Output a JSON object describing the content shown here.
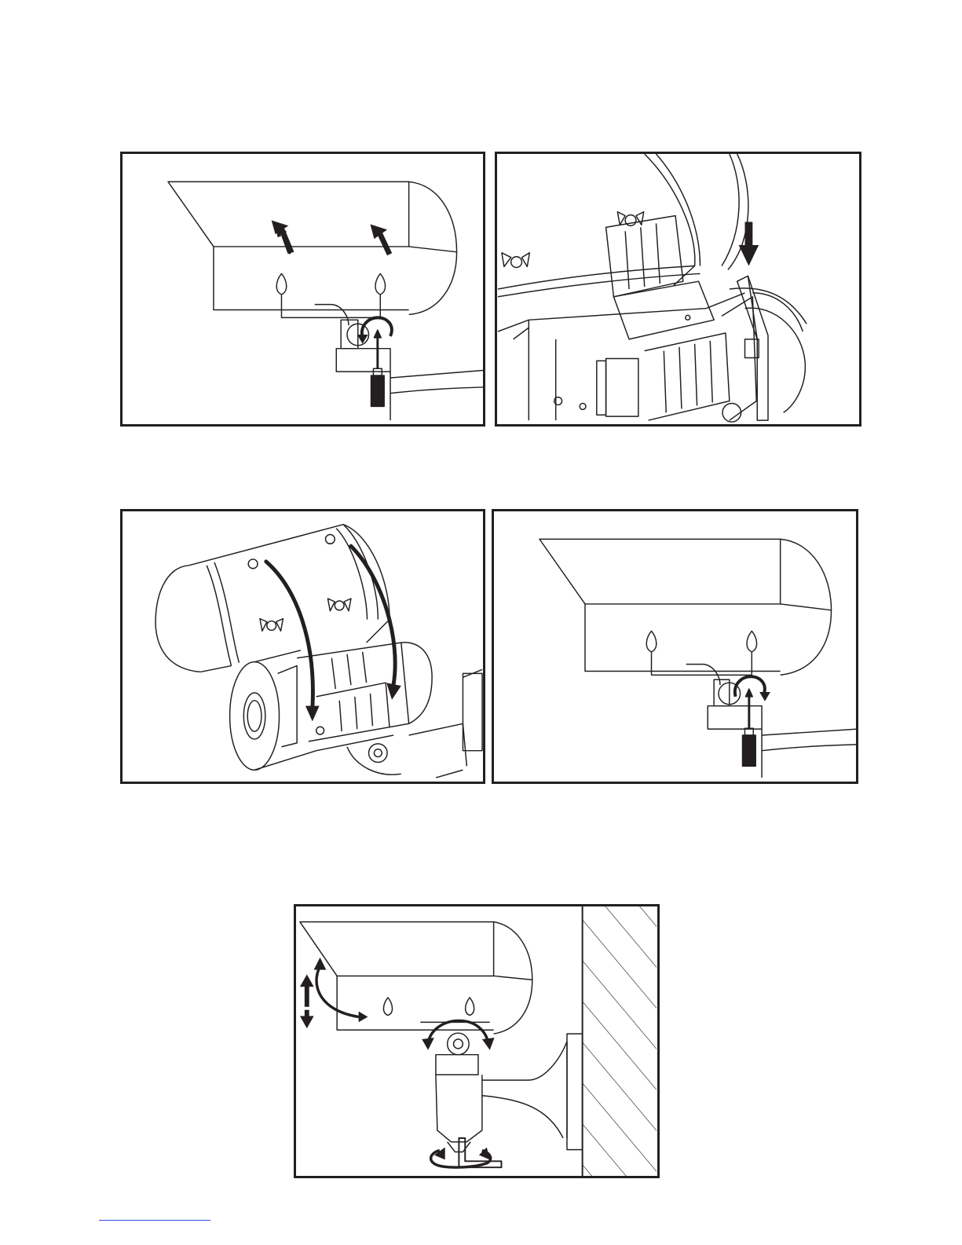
{
  "figure": {
    "panels": [
      {
        "id": "p1",
        "step": "remove-sunshield"
      },
      {
        "id": "p2",
        "step": "open-housing-insert"
      },
      {
        "id": "p3",
        "step": "close-housing"
      },
      {
        "id": "p4",
        "step": "reattach-sunshield"
      },
      {
        "id": "p5",
        "step": "adjust-bracket"
      }
    ]
  },
  "colors": {
    "line": "#231f20",
    "hatch": "#231f20",
    "footer_rule": "#2b4fd8"
  }
}
